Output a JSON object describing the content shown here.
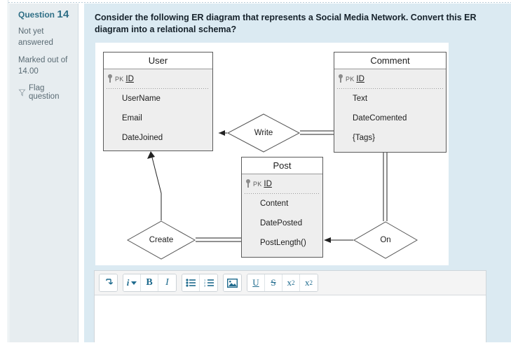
{
  "sidebar": {
    "question_label": "Question",
    "question_number": "14",
    "state": "Not yet answered",
    "marks": "Marked out of 14.00",
    "flag_label": "Flag question",
    "flag_icon": "flag-icon"
  },
  "question": {
    "text": "Consider the following ER diagram that represents a Social Media Network. Convert this ER diagram into a relational schema?"
  },
  "diagram": {
    "entities": [
      {
        "name": "User",
        "pk_label": "PK",
        "pk_name": "ID",
        "attributes": [
          "UserName",
          "Email",
          "DateJoined"
        ]
      },
      {
        "name": "Comment",
        "pk_label": "PK",
        "pk_name": "ID",
        "attributes": [
          "Text",
          "DateComented",
          "{Tags}"
        ]
      },
      {
        "name": "Post",
        "pk_label": "PK",
        "pk_name": "ID",
        "attributes": [
          "Content",
          "DatePosted",
          "PostLength()"
        ]
      }
    ],
    "relationships": [
      {
        "name": "Write"
      },
      {
        "name": "Create"
      },
      {
        "name": "On"
      }
    ]
  },
  "editor": {
    "toolbar": [
      {
        "name": "expand-toolbar-button",
        "label": "⤵",
        "icon": "arrow-turn-down-icon"
      },
      {
        "name": "font-style-button",
        "label": "i",
        "icon": "info-dropdown-icon"
      },
      {
        "name": "bold-button",
        "label": "B",
        "icon": "bold-icon"
      },
      {
        "name": "italic-button",
        "label": "I",
        "icon": "italic-icon"
      },
      {
        "name": "bullet-list-button",
        "label": "",
        "icon": "bullet-list-icon"
      },
      {
        "name": "numbered-list-button",
        "label": "",
        "icon": "numbered-list-icon"
      },
      {
        "name": "insert-image-button",
        "label": "",
        "icon": "image-icon"
      },
      {
        "name": "underline-button",
        "label": "U",
        "icon": "underline-icon"
      },
      {
        "name": "strikethrough-button",
        "label": "S",
        "icon": "strikethrough-icon"
      },
      {
        "name": "subscript-button",
        "label": "x",
        "icon": "subscript-icon",
        "script": "2"
      },
      {
        "name": "superscript-button",
        "label": "x",
        "icon": "superscript-icon",
        "script": "2"
      }
    ],
    "answer_value": ""
  },
  "colors": {
    "panel_blue": "#dbeaf2",
    "sidebar_gray": "#e7edf0",
    "heading_teal": "#2f6f86",
    "toolbar_icon": "#1f6b8e",
    "entity_fill": "#eeeeee"
  }
}
